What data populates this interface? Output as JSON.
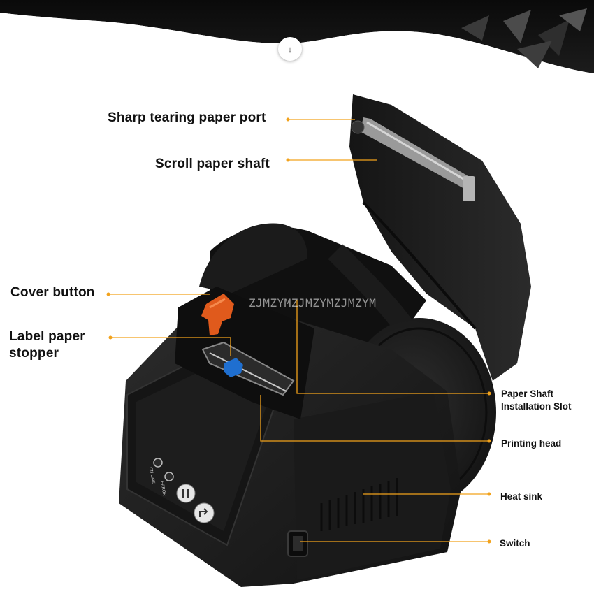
{
  "callouts": {
    "sharp_tearing": "Sharp tearing paper port",
    "scroll_shaft": "Scroll paper shaft",
    "cover_button": "Cover button",
    "label_stopper": "Label paper\nstopper",
    "paper_shaft_slot": "Paper Shaft\nInstallation Slot",
    "printing_head": "Printing head",
    "heat_sink": "Heat sink",
    "switch": "Switch"
  },
  "watermark": "ZJMZYMZJMZYMZJMZYM",
  "panel": {
    "online": "ON LINE",
    "error": "ERROR"
  },
  "colors": {
    "leader": "#f2a21b",
    "printer_body": "#1e1e1e",
    "cover_button": "#e05a1c",
    "stopper": "#1f6fd0"
  },
  "icons": {
    "scroll_hint": "down-arrow-icon"
  }
}
